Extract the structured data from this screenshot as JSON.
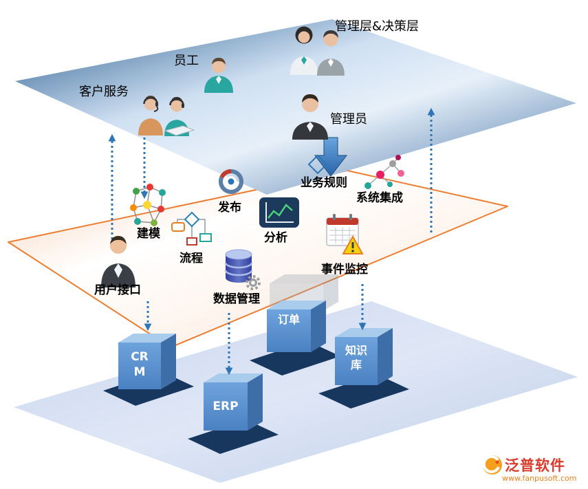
{
  "top_layer": {
    "management_label": "管理层&决策层",
    "staff_label": "员工",
    "customer_service_label": "客户服务",
    "admin_label": "管理员"
  },
  "middle_layer": {
    "modeling_label": "建模",
    "publish_label": "发布",
    "business_rules_label": "业务规则",
    "system_integration_label": "系统集成",
    "process_label": "流程",
    "analysis_label": "分析",
    "data_management_label": "数据管理",
    "event_monitoring_label": "事件监控",
    "user_interface_label": "用户接口"
  },
  "bottom_layer": {
    "cubes": [
      {
        "label": "CRM"
      },
      {
        "label": "ERP"
      },
      {
        "label": "订单"
      },
      {
        "label": "知识库"
      }
    ]
  },
  "branding": {
    "name": "泛普软件",
    "url": "www.fanpusoft.com"
  },
  "colors": {
    "top_layer_blue": "#1f4e79",
    "middle_layer_orange": "#ed7d31",
    "bottom_layer_blue": "#d3ddf0",
    "cube_blue": "#5b9bd5",
    "cube_shadow_navy": "#17375e",
    "arrow_blue": "#2e75b6",
    "brand_red": "#d93a2b",
    "brand_orange": "#e8821e"
  }
}
